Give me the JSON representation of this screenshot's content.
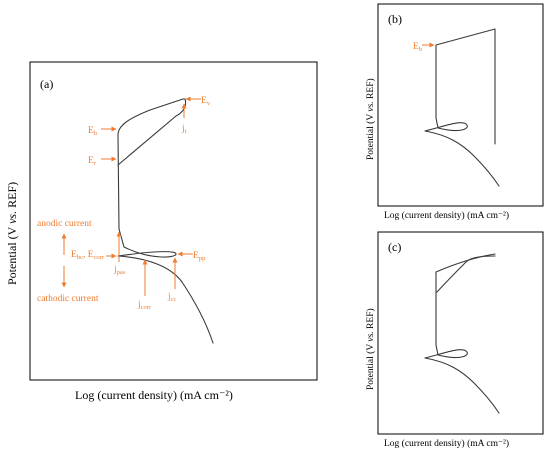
{
  "colors": {
    "annotation": "#ed7d31",
    "curve": "#3a3a3a",
    "frame": "#000000"
  },
  "panel_a": {
    "label": "(a)",
    "ylabel_pre": "Potential (V ",
    "ylabel_vs": "vs.",
    "ylabel_post": " REF)",
    "xlabel": "Log (current density) (mA cm⁻²)",
    "annotations": {
      "Ev_main": "E",
      "Ev_sub": "v",
      "jt_main": "j",
      "jt_sub": "t",
      "Eb_main": "E",
      "Eb_sub": "b",
      "Er_main": "E",
      "Er_sub": "r",
      "anodic": "anodic current",
      "cathodic": "cathodic current",
      "Ebc_main": "E",
      "Ebc_sub": "bc",
      "sep": ", ",
      "Ecorr_main": "E",
      "Ecorr_sub": "corr",
      "jpas_main": "j",
      "jpas_sub": "pas",
      "Epp_main": "E",
      "Epp_sub": "pp",
      "jcorr_main": "j",
      "jcorr_sub": "corr",
      "jcc_main": "j",
      "jcc_sub": "cc"
    }
  },
  "panel_b": {
    "label": "(b)",
    "ylabel_pre": "Potential (V ",
    "ylabel_vs": "vs.",
    "ylabel_post": " REF)",
    "xlabel": "Log (current density) (mA cm⁻²)",
    "Eb_main": "E",
    "Eb_sub": "b"
  },
  "panel_c": {
    "label": "(c)",
    "ylabel_pre": "Potential (V ",
    "ylabel_vs": "vs.",
    "ylabel_post": " REF)",
    "xlabel": "Log (current density) (mA cm⁻²)"
  }
}
